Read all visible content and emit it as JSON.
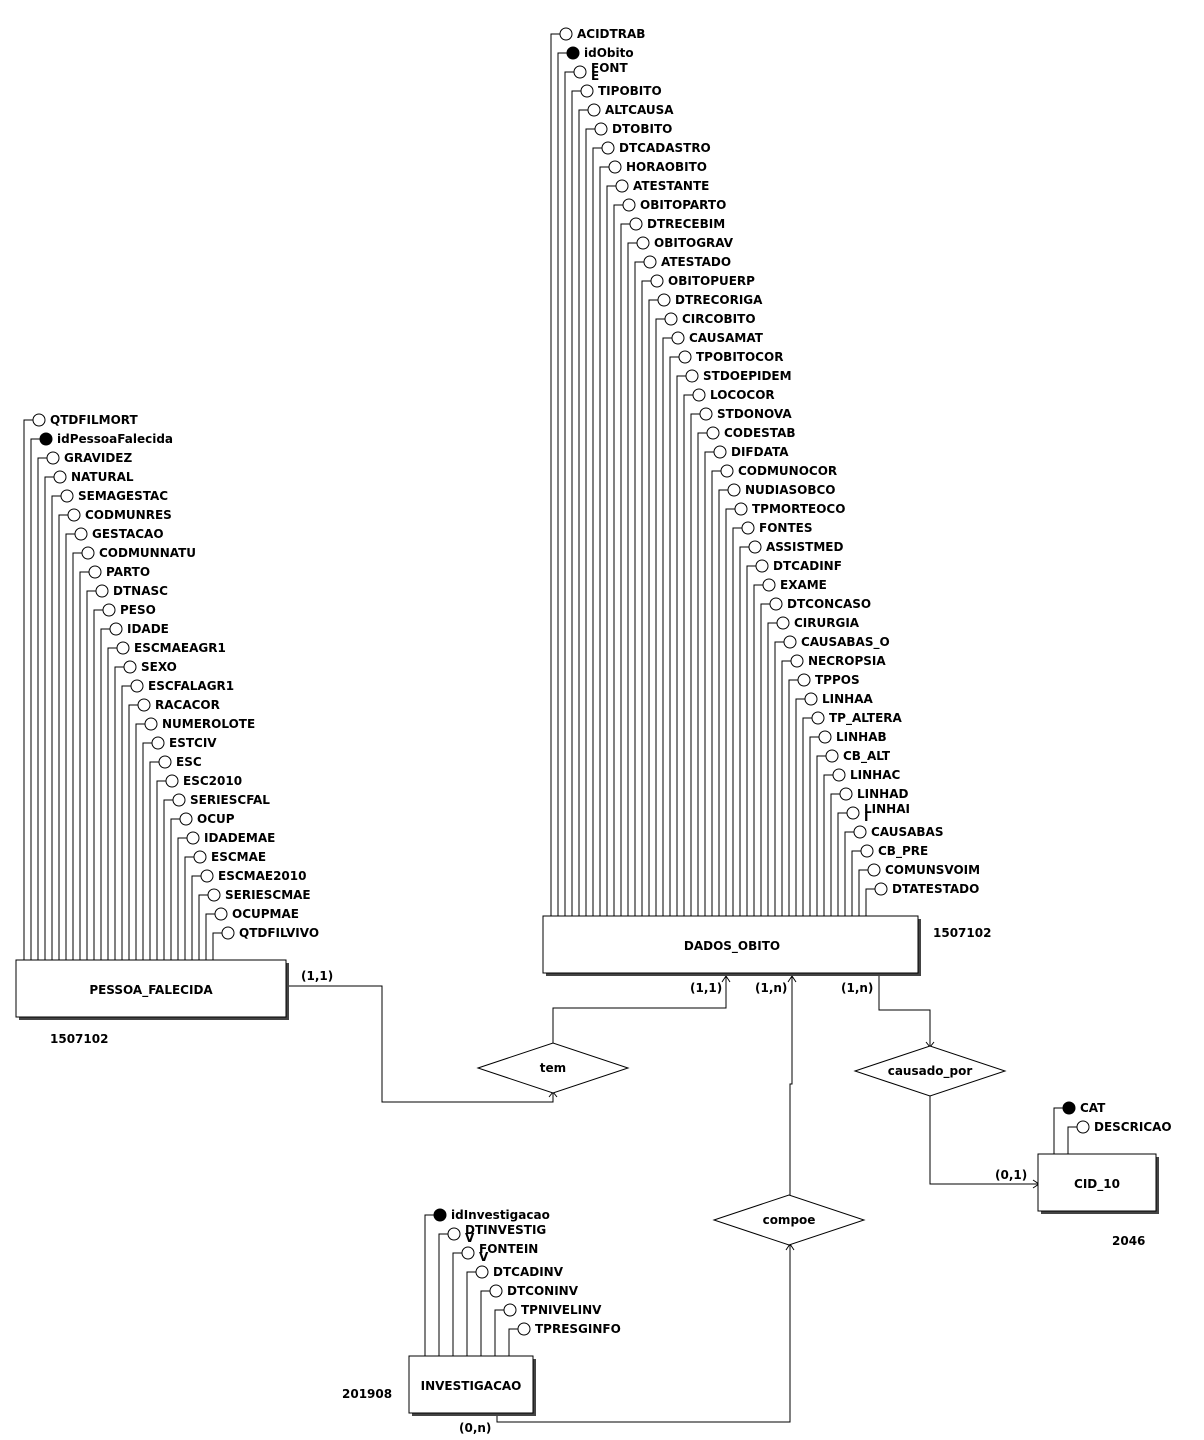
{
  "entities": {
    "pessoa_falecida": {
      "name": "PESSOA_FALECIDA",
      "note": "1507102",
      "attributes": [
        {
          "name": "QTDFILMORT",
          "key": false
        },
        {
          "name": "idPessoaFalecida",
          "key": true
        },
        {
          "name": "GRAVIDEZ",
          "key": false
        },
        {
          "name": "NATURAL",
          "key": false
        },
        {
          "name": "SEMAGESTAC",
          "key": false
        },
        {
          "name": "CODMUNRES",
          "key": false
        },
        {
          "name": "GESTACAO",
          "key": false
        },
        {
          "name": "CODMUNNATU",
          "key": false
        },
        {
          "name": "PARTO",
          "key": false
        },
        {
          "name": "DTNASC",
          "key": false
        },
        {
          "name": "PESO",
          "key": false
        },
        {
          "name": "IDADE",
          "key": false
        },
        {
          "name": "ESCMAEAGR1",
          "key": false
        },
        {
          "name": "SEXO",
          "key": false
        },
        {
          "name": "ESCFALAGR1",
          "key": false
        },
        {
          "name": "RACACOR",
          "key": false
        },
        {
          "name": "NUMEROLOTE",
          "key": false
        },
        {
          "name": "ESTCIV",
          "key": false
        },
        {
          "name": "ESC",
          "key": false
        },
        {
          "name": "ESC2010",
          "key": false
        },
        {
          "name": "SERIESCFAL",
          "key": false
        },
        {
          "name": "OCUP",
          "key": false
        },
        {
          "name": "IDADEMAE",
          "key": false
        },
        {
          "name": "ESCMAE",
          "key": false
        },
        {
          "name": "ESCMAE2010",
          "key": false
        },
        {
          "name": "SERIESCMAE",
          "key": false
        },
        {
          "name": "OCUPMAE",
          "key": false
        },
        {
          "name": "QTDFILVIVO",
          "key": false
        }
      ]
    },
    "dados_obito": {
      "name": "DADOS_OBITO",
      "note": "1507102",
      "attributes": [
        {
          "name": "ACIDTRAB",
          "key": false
        },
        {
          "name": "idObito",
          "key": true
        },
        {
          "name": "FONT\nE",
          "key": false
        },
        {
          "name": "TIPOBITO",
          "key": false
        },
        {
          "name": "ALTCAUSA",
          "key": false
        },
        {
          "name": "DTOBITO",
          "key": false
        },
        {
          "name": "DTCADASTRO",
          "key": false
        },
        {
          "name": "HORAOBITO",
          "key": false
        },
        {
          "name": "ATESTANTE",
          "key": false
        },
        {
          "name": "OBITOPARTO",
          "key": false
        },
        {
          "name": "DTRECEBIM",
          "key": false
        },
        {
          "name": "OBITOGRAV",
          "key": false
        },
        {
          "name": "ATESTADO",
          "key": false
        },
        {
          "name": "OBITOPUERP",
          "key": false
        },
        {
          "name": "DTRECORIGA",
          "key": false
        },
        {
          "name": "CIRCOBITO",
          "key": false
        },
        {
          "name": "CAUSAMAT",
          "key": false
        },
        {
          "name": "TPOBITOCOR",
          "key": false
        },
        {
          "name": "STDOEPIDEM",
          "key": false
        },
        {
          "name": "LOCOCOR",
          "key": false
        },
        {
          "name": "STDONOVA",
          "key": false
        },
        {
          "name": "CODESTAB",
          "key": false
        },
        {
          "name": "DIFDATA",
          "key": false
        },
        {
          "name": "CODMUNOCOR",
          "key": false
        },
        {
          "name": "NUDIASOBCO",
          "key": false
        },
        {
          "name": "TPMORTEOCO",
          "key": false
        },
        {
          "name": "FONTES",
          "key": false
        },
        {
          "name": "ASSISTMED",
          "key": false
        },
        {
          "name": "DTCADINF",
          "key": false
        },
        {
          "name": "EXAME",
          "key": false
        },
        {
          "name": "DTCONCASO",
          "key": false
        },
        {
          "name": "CIRURGIA",
          "key": false
        },
        {
          "name": "CAUSABAS_O",
          "key": false
        },
        {
          "name": "NECROPSIA",
          "key": false
        },
        {
          "name": "TPPOS",
          "key": false
        },
        {
          "name": "LINHAA",
          "key": false
        },
        {
          "name": "TP_ALTERA",
          "key": false
        },
        {
          "name": "LINHAB",
          "key": false
        },
        {
          "name": "CB_ALT",
          "key": false
        },
        {
          "name": "LINHAC",
          "key": false
        },
        {
          "name": "LINHAD",
          "key": false
        },
        {
          "name": "LINHAI\nI",
          "key": false
        },
        {
          "name": "CAUSABAS",
          "key": false
        },
        {
          "name": "CB_PRE",
          "key": false
        },
        {
          "name": "COMUNSVOIM",
          "key": false
        },
        {
          "name": "DTATESTADO",
          "key": false
        }
      ]
    },
    "cid_10": {
      "name": "CID_10",
      "note": "2046",
      "attributes": [
        {
          "name": "CAT",
          "key": true
        },
        {
          "name": "DESCRICAO",
          "key": false
        }
      ]
    },
    "investigacao": {
      "name": "INVESTIGACAO",
      "note": "201908",
      "attributes": [
        {
          "name": "idInvestigacao",
          "key": true
        },
        {
          "name": "DTINVESTIG\nV",
          "key": false
        },
        {
          "name": "FONTEIN\nV",
          "key": false
        },
        {
          "name": "DTCADINV",
          "key": false
        },
        {
          "name": "DTCONINV",
          "key": false
        },
        {
          "name": "TPNIVELINV",
          "key": false
        },
        {
          "name": "TPRESGINFO",
          "key": false
        }
      ]
    }
  },
  "relationships": {
    "tem": {
      "name": "tem"
    },
    "causado_por": {
      "name": "causado_por"
    },
    "compoe": {
      "name": "compoe"
    }
  },
  "cardinalities": {
    "tem_pessoa": "(1,1)",
    "tem_dados": "(1,1)",
    "compoe_dados": "(1,n)",
    "causado_dados": "(1,n)",
    "causado_cid": "(0,1)",
    "compoe_invest": "(0,n)"
  }
}
